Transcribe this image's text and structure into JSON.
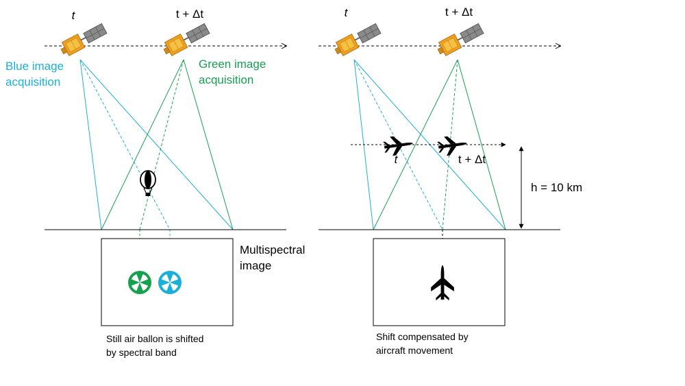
{
  "left_panel": {
    "time_t": "t",
    "time_t_dt": "t + Δt",
    "blue_label_line1": "Blue image",
    "blue_label_line2": "acquisition",
    "green_label_line1": "Green image",
    "green_label_line2": "acquisition",
    "image_label_line1": "Multispectral",
    "image_label_line2": "image",
    "caption_line1": "Still air ballon is shifted",
    "caption_line2": "by spectral band"
  },
  "right_panel": {
    "time_t": "t",
    "time_t_dt": "t + Δt",
    "aircraft_time_t": "t",
    "aircraft_time_t_dt": "t + Δt",
    "height_label": "h = 10 km",
    "caption_line1": "Shift compensated by",
    "caption_line2": "aircraft movement"
  },
  "colors": {
    "blue": "#1ab0d8",
    "green": "#16a050",
    "satellite_body": "#f0a020",
    "solar_panel": "#8a8a8a",
    "black": "#000000"
  }
}
